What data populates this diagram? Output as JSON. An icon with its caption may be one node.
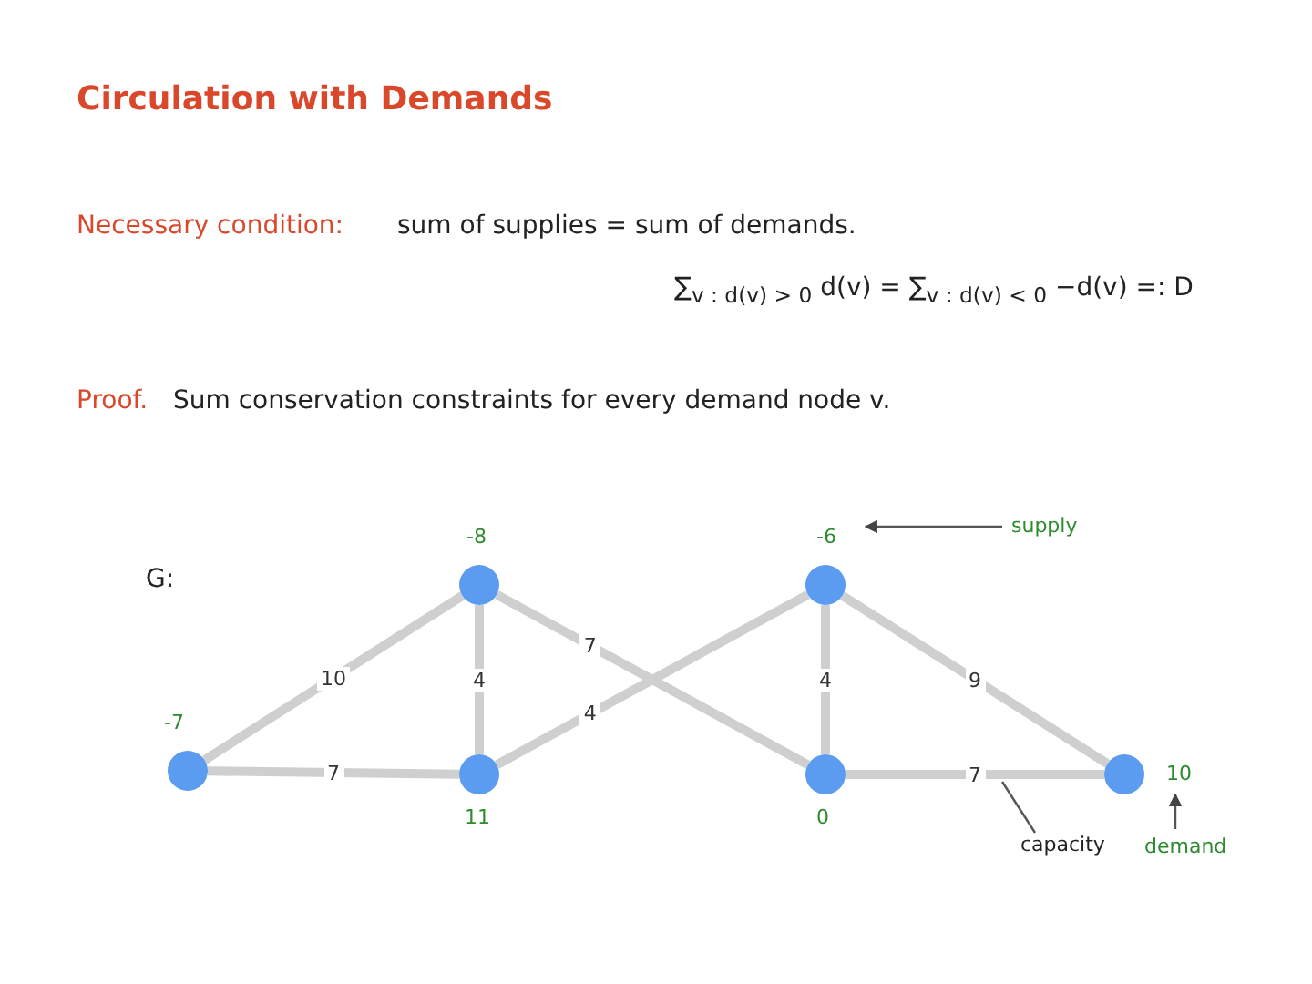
{
  "diagram": {
    "title": "Circulation with Demands",
    "nodes": [
      {
        "text": [],
        "shape": "circle",
        "beside": [
          "-7"
        ]
      },
      {
        "text": [],
        "shape": "circle",
        "beside": [
          "-8"
        ]
      },
      {
        "text": [],
        "shape": "circle",
        "beside": [
          "11"
        ]
      },
      {
        "text": [],
        "shape": "circle",
        "beside": [
          "-6"
        ]
      },
      {
        "text": [],
        "shape": "circle",
        "beside": [
          "0"
        ]
      },
      {
        "text": [],
        "shape": "circle",
        "beside": [
          "10"
        ]
      },
      {
        "text": [
          "capacity"
        ]
      }
    ],
    "edges": [
      {
        "from": 0,
        "to": 1,
        "arrow": "none",
        "label": "10"
      },
      {
        "from": 0,
        "to": 2,
        "arrow": "none",
        "label": "7"
      },
      {
        "from": 1,
        "to": 2,
        "arrow": "none",
        "label": "4"
      },
      {
        "from": 1,
        "to": 4,
        "arrow": "none",
        "label": "7"
      },
      {
        "from": 2,
        "to": 3,
        "arrow": "none",
        "label": "4"
      },
      {
        "from": 3,
        "to": 4,
        "arrow": "none",
        "label": "4"
      },
      {
        "from": 3,
        "to": 5,
        "arrow": "none",
        "label": "9"
      },
      {
        "from": 4,
        "to": 5,
        "arrow": "none",
        "label": "7"
      },
      {
        "from": 6,
        "to": null,
        "arrow": "none",
        "color": "#555555"
      }
    ],
    "labels": [
      "Necessary condition:",
      "sum of supplies = sum of demands.",
      "∑$_{v : d(v) > 0}$ d(v) = ∑$_{v : d(v) < 0}$ −d(v) =: D",
      "Proof.",
      "Sum conservation constraints for every demand node v.",
      "G:",
      "supply",
      "demand"
    ]
  }
}
